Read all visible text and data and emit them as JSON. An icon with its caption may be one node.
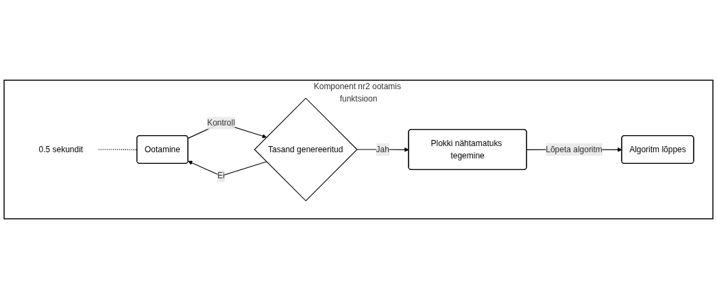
{
  "diagram": {
    "nodes": [
      {
        "text": [
          "Komponent nr2 ootamis funktsioon"
        ]
      },
      {
        "text": [
          "0.5 sekundit"
        ],
        "in": 0
      },
      {
        "text": [
          "Ootamine"
        ],
        "in": 0
      },
      {
        "text": [
          "Tasand genereeritud"
        ],
        "in": 0
      },
      {
        "text": [
          "Plokki nähtamatuks tegemine"
        ],
        "in": 0
      },
      {
        "text": [
          "Algoritm lõppes"
        ],
        "in": 0
      }
    ],
    "edges": [
      {
        "from": 1,
        "to": 2,
        "arrow": "none",
        "style": "dashed"
      },
      {
        "from": 2,
        "to": 3,
        "arrow": "to",
        "label": "Kontroll"
      },
      {
        "from": 3,
        "to": 4,
        "arrow": "to",
        "label": "Jah"
      },
      {
        "from": 3,
        "to": 2,
        "arrow": "to",
        "label": "Ei"
      },
      {
        "from": 4,
        "to": 5,
        "arrow": "to",
        "label": "Lõpeta algoritm"
      }
    ]
  }
}
